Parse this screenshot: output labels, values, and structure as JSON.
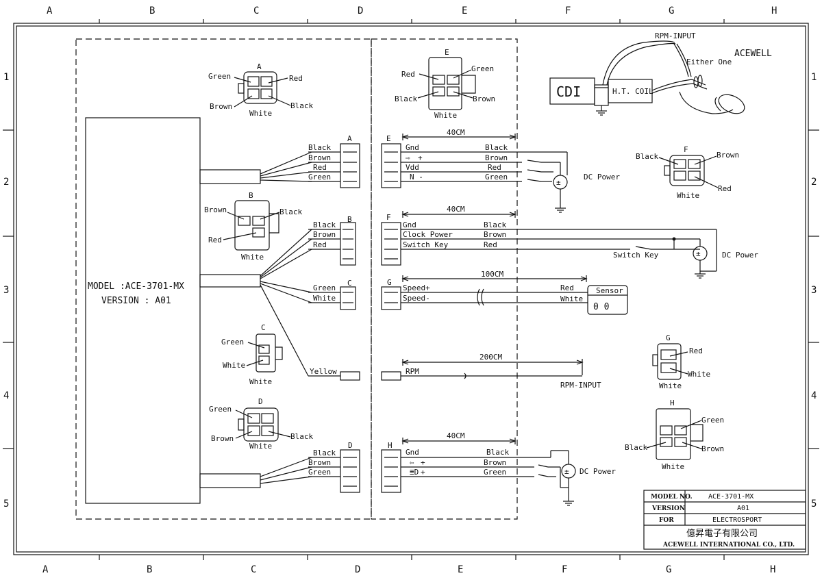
{
  "grid": {
    "columns": [
      "A",
      "B",
      "C",
      "D",
      "E",
      "F",
      "G",
      "H"
    ],
    "rows": [
      "1",
      "2",
      "3",
      "4",
      "5"
    ]
  },
  "brand": "ACEWELL",
  "controller": {
    "model_line": "MODEL :ACE-3701-MX",
    "version_line": "VERSION : A01"
  },
  "ignition": {
    "rpm_input": "RPM-INPUT",
    "either_one": "Either One",
    "cdi": "CDI",
    "ht_coil": "H.T. COIL"
  },
  "connectors": {
    "A": {
      "letter": "A",
      "pins": [
        "Green",
        "Red",
        "Brown",
        "Black"
      ],
      "bottom": "White"
    },
    "B": {
      "letter": "B",
      "pins": [
        "Brown",
        "Black",
        "Red"
      ],
      "bottom": "White"
    },
    "C": {
      "letter": "C",
      "pins": [
        "Green",
        "White"
      ],
      "bottom": "White"
    },
    "D": {
      "letter": "D",
      "pins": [
        "Green",
        "Brown",
        "Black"
      ],
      "bottom": "White"
    },
    "E": {
      "letter": "E",
      "pins": [
        "Red",
        "Green",
        "Black",
        "Brown"
      ],
      "bottom": "White"
    },
    "F": {
      "letter": "F",
      "pins": [
        "Black",
        "Brown",
        "Red"
      ],
      "bottom": "White"
    },
    "G": {
      "letter": "G",
      "pins": [
        "Red",
        "White"
      ],
      "bottom": "White"
    },
    "H": {
      "letter": "H",
      "pins": [
        "Green",
        "Black",
        "Brown"
      ],
      "bottom": "White"
    }
  },
  "harness": {
    "groupA": {
      "letter": "A",
      "wires": [
        "Black",
        "Brown",
        "Red",
        "Green"
      ]
    },
    "groupB": {
      "letter": "B",
      "wires": [
        "Black",
        "Brown",
        "Red"
      ]
    },
    "groupC": {
      "letter": "C",
      "wires": [
        "Green",
        "White"
      ]
    },
    "yellow": "Yellow",
    "groupD": {
      "letter": "D",
      "wires": [
        "Black",
        "Brown",
        "Green"
      ]
    }
  },
  "circuits": {
    "E": {
      "letter": "E",
      "length": "40CM",
      "signals": [
        "Gnd",
        "+",
        "Vdd",
        "N -"
      ],
      "colors": [
        "Black",
        "Brown",
        "Red",
        "Green"
      ],
      "power": "DC Power"
    },
    "F": {
      "letter": "F",
      "length": "40CM",
      "signals": [
        "Gnd",
        "Clock Power",
        "Switch Key"
      ],
      "colors": [
        "Black",
        "Brown",
        "Red"
      ],
      "switch": "Switch Key",
      "power": "DC Power"
    },
    "G": {
      "letter": "G",
      "length": "100CM",
      "signals": [
        "Speed+",
        "Speed-"
      ],
      "colors": [
        "Red",
        "White"
      ],
      "sensor": "Sensor",
      "sensor_pins": "0  0"
    },
    "RPM": {
      "length": "200CM",
      "signal": "RPM",
      "end": "RPM-INPUT"
    },
    "H": {
      "letter": "H",
      "length": "40CM",
      "signals": [
        "Gnd",
        "+",
        "+"
      ],
      "colors": [
        "Black",
        "Brown",
        "Green"
      ],
      "power": "DC Power"
    }
  },
  "title_block": {
    "model_label": "MODEL NO.",
    "model_value": "ACE-3701-MX",
    "version_label": "VERSION",
    "version_value": "A01",
    "for_label": "FOR",
    "for_value": "ELECTROSPORT",
    "company_cn": "億昇電子有限公司",
    "company_en": "ACEWELL INTERNATIONAL CO., LTD."
  }
}
